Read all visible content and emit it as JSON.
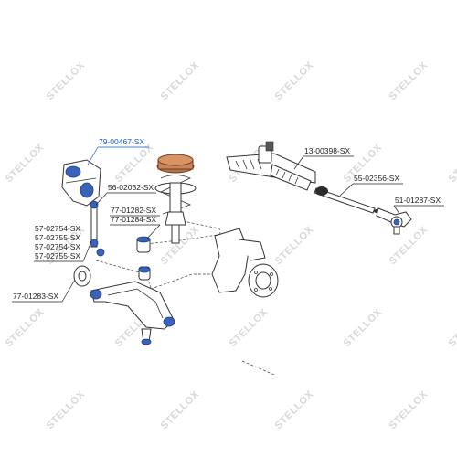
{
  "diagram": {
    "watermark_text": "STELLOX",
    "labels": [
      {
        "id": "79-00467",
        "text": "79-00467-SX",
        "highlight": true
      },
      {
        "id": "56-02032",
        "text": "56-02032-SX",
        "highlight": false
      },
      {
        "id": "77-01282",
        "text": "77-01282-SX",
        "highlight": false
      },
      {
        "id": "77-01284",
        "text": "77-01284-SX",
        "highlight": false
      },
      {
        "id": "57-02754a",
        "text": "57-02754-SX",
        "highlight": false
      },
      {
        "id": "57-02755a",
        "text": "57-02755-SX",
        "highlight": false
      },
      {
        "id": "57-02754b",
        "text": "57-02754-SX",
        "highlight": false
      },
      {
        "id": "57-02755b",
        "text": "57-02755-SX",
        "highlight": false
      },
      {
        "id": "77-01283",
        "text": "77-01283-SX",
        "highlight": false
      },
      {
        "id": "13-00398",
        "text": "13-00398-SX",
        "highlight": false
      },
      {
        "id": "55-02356",
        "text": "55-02356-SX",
        "highlight": false
      },
      {
        "id": "51-01287",
        "text": "51-01287-SX",
        "highlight": false
      }
    ],
    "colors": {
      "highlight": "#1a57c9",
      "part_blue": "#3a63b8",
      "strut_mount": "#b5734a",
      "watermark": "#d8d8d8"
    }
  }
}
